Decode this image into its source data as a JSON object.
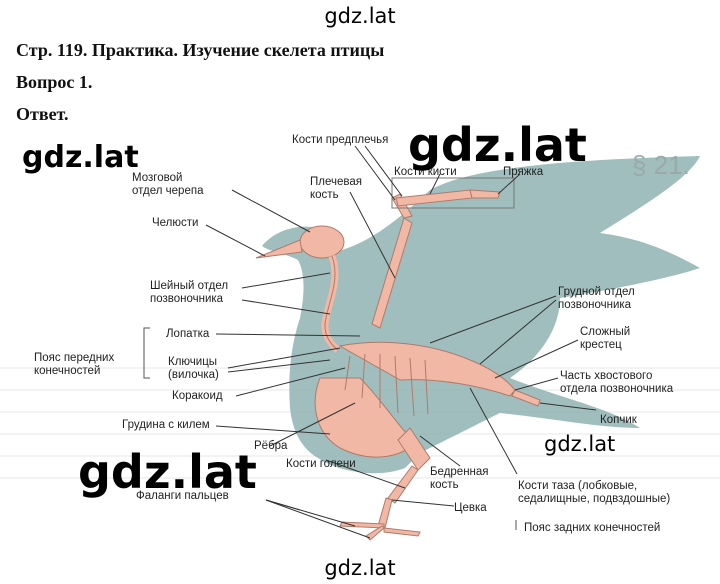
{
  "watermarks": {
    "top": "gdz.lat",
    "big_right": "gdz.lat",
    "mid_left": "gdz.lat",
    "mid_right": "gdz.lat",
    "big_left": "gdz.lat",
    "bottom": "gdz.lat"
  },
  "header": {
    "title": "Стр. 119. Практика. Изучение скелета птицы",
    "question": "Вопрос 1.",
    "answer": "Ответ."
  },
  "figure": {
    "section_mark": "§ 21.",
    "labels": {
      "forearm": "Кости предплечья",
      "hand": "Кости кисти",
      "pryazhka": "Пряжка",
      "skull": "Мозговой\nотдел черепа",
      "humerus": "Плечевая\nкость",
      "jaws": "Челюсти",
      "cervical": "Шейный отдел\nпозвоночника",
      "thoracic": "Грудной отдел\nпозвоночника",
      "scapula": "Лопатка",
      "synsacrum": "Сложный\nкрестец",
      "forelimb_girdle": "Пояс передних\nконечностей",
      "clavicles": "Ключицы\n(вилочка)",
      "caudal": "Часть хвостового\nотдела позвоночника",
      "coracoid": "Коракоид",
      "coccyx": "Копчик",
      "sternum": "Грудина с килем",
      "ribs": "Рёбра",
      "tibia": "Кости голени",
      "femur": "Бедренная\nкость",
      "pelvis": "Кости таза (лобковые,\nседалищные, подвздошные)",
      "phalanges": "Фаланги пальцев",
      "tarsus": "Цевка",
      "hindlimb_girdle": "Пояс задних конечностей"
    }
  },
  "colors": {
    "silhouette": "#8fb3b1",
    "bone": "#f2b8a6",
    "bone_outline": "#b07a6a",
    "leader": "#333333"
  }
}
